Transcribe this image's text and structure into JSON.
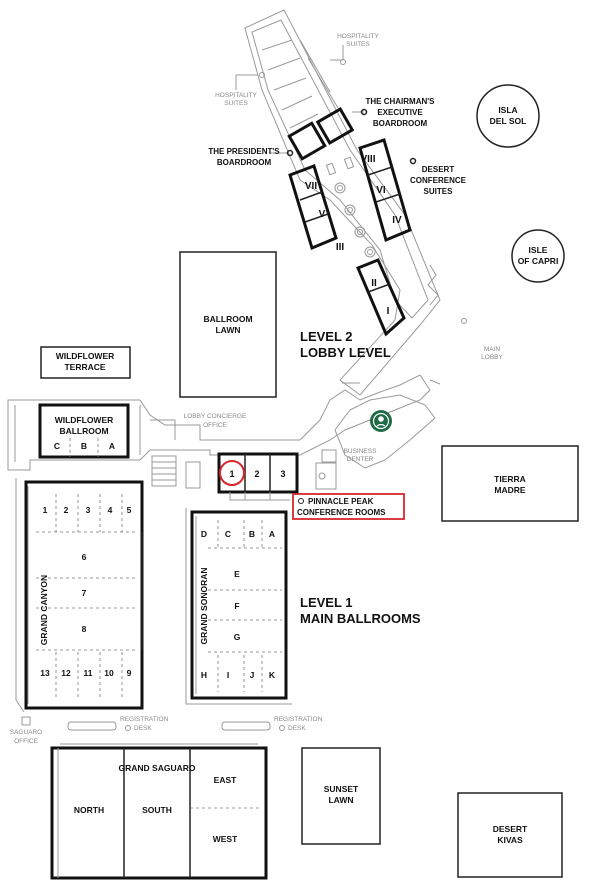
{
  "colors": {
    "highlight": "#d9262c",
    "starbucks": "#1e6b45",
    "lines": "#222222",
    "minor": "#999999"
  },
  "labels": {
    "hospitality_suites_top": [
      "HOSPITALITY",
      "SUITES"
    ],
    "hospitality_suites_left": [
      "HOSPITALITY",
      "SUITES"
    ],
    "chairmans": [
      "THE CHAIRMAN'S",
      "EXECUTIVE",
      "BOARDROOM"
    ],
    "presidents": [
      "THE PRESIDENT'S",
      "BOARDROOM"
    ],
    "desert_conf": [
      "DESERT",
      "CONFERENCE",
      "SUITES"
    ],
    "isla_del_sol": [
      "ISLA",
      "DEL SOL"
    ],
    "isle_of_capri": [
      "ISLE",
      "OF CAPRI"
    ],
    "ballroom_lawn": [
      "BALLROOM",
      "LAWN"
    ],
    "level2": [
      "LEVEL 2",
      "LOBBY LEVEL"
    ],
    "wildflower_terrace": [
      "WILDFLOWER",
      "TERRACE"
    ],
    "wildflower_ballroom": [
      "WILDFLOWER",
      "BALLROOM"
    ],
    "main_lobby": [
      "MAIN",
      "LOBBY"
    ],
    "lobby_concierge": [
      "LOBBY CONCIERGE",
      "OFFICE"
    ],
    "business_center": [
      "BUSINESS",
      "CENTER"
    ],
    "tierra_madre": [
      "TIERRA",
      "MADRE"
    ],
    "pinnacle_peak": [
      "PINNACLE PEAK",
      "CONFERENCE ROOMS"
    ],
    "level1": [
      "LEVEL 1",
      "MAIN BALLROOMS"
    ],
    "grand_canyon": "GRAND CANYON",
    "grand_sonoran": "GRAND SONORAN",
    "saguaro_office": [
      "SAGUARO",
      "OFFICE"
    ],
    "registration_left": [
      "REGISTRATION",
      "DESK"
    ],
    "registration_right": [
      "REGISTRATION",
      "DESK"
    ],
    "grand_saguaro": "GRAND SAGUARO",
    "north": "NORTH",
    "south": "SOUTH",
    "east": "EAST",
    "west": "WEST",
    "sunset_lawn": [
      "SUNSET",
      "LAWN"
    ],
    "desert_kivas": [
      "DESERT",
      "KIVAS"
    ]
  },
  "desert_suites_left": [
    "VII",
    "V",
    "III"
  ],
  "desert_suites_right": [
    "VIII",
    "VI",
    "IV"
  ],
  "desert_suites_lower": [
    "II",
    "I"
  ],
  "wildflower_sections": [
    "C",
    "B",
    "A"
  ],
  "pinnacle_rooms": [
    "1",
    "2",
    "3"
  ],
  "grand_canyon_top": [
    "1",
    "2",
    "3",
    "4",
    "5"
  ],
  "grand_canyon_mid": [
    "6",
    "7",
    "8"
  ],
  "grand_canyon_bottom": [
    "13",
    "12",
    "11",
    "10",
    "9"
  ],
  "grand_sonoran_top": [
    "D",
    "C",
    "B",
    "A"
  ],
  "grand_sonoran_mid": [
    "E",
    "F",
    "G"
  ],
  "grand_sonoran_bottom": [
    "H",
    "I",
    "J",
    "K"
  ]
}
